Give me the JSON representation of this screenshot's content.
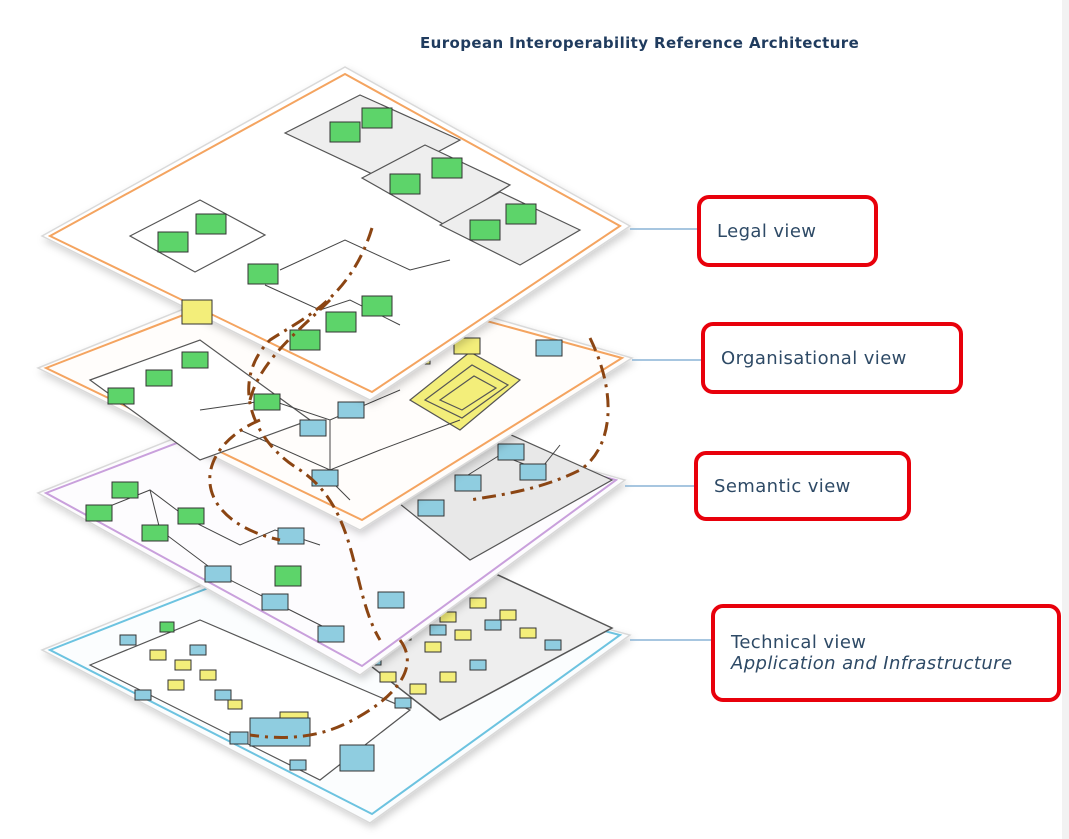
{
  "title": "European Interoperability Reference Architecture",
  "views": [
    {
      "label": "Legal view",
      "color": "#f4a460"
    },
    {
      "label": "Organisational view",
      "color": "#f4a460"
    },
    {
      "label": "Semantic view",
      "color": "#c9a0dc"
    },
    {
      "label": "Technical view",
      "sublabel": "Application and Infrastructure",
      "color": "#6cc3e0"
    }
  ],
  "colors": {
    "callout_border": "#e8000b",
    "connector": "#8ab4d6",
    "green_box": "#5dd46a",
    "blue_box": "#8fcde0",
    "yellow_box": "#f3ee7a",
    "dashed_flow": "#8b4513"
  }
}
